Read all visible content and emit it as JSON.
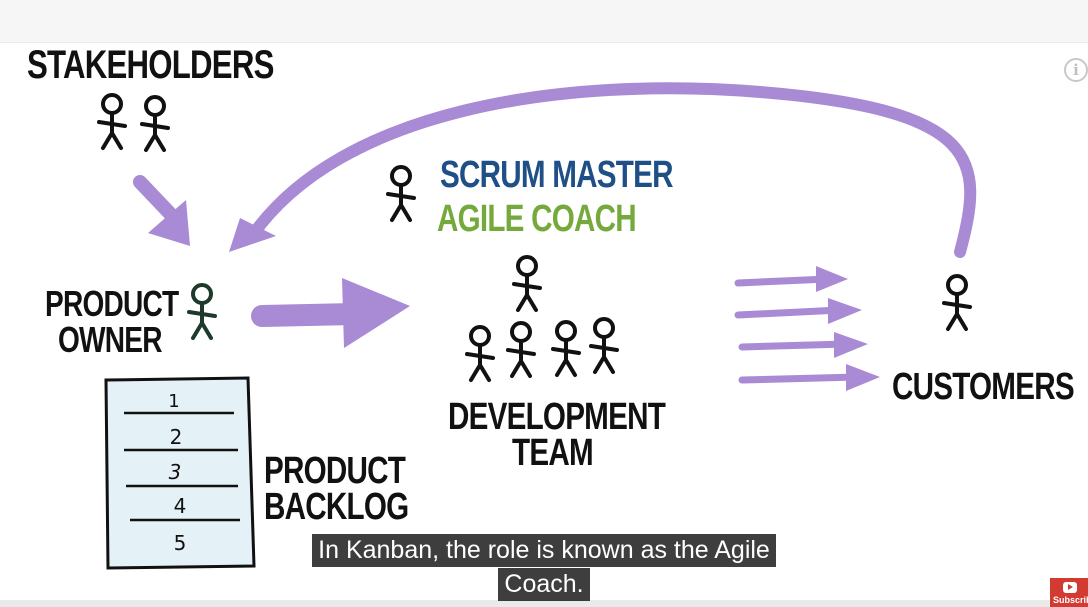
{
  "diagram": {
    "stakeholders_label": "STAKEHOLDERS",
    "product_owner_label": [
      "PRODUCT",
      "OWNER"
    ],
    "scrum_master_label": "SCRUM MASTER",
    "agile_coach_label": "AGILE COACH",
    "development_team_label": [
      "DEVELOPMENT",
      "TEAM"
    ],
    "customers_label": "CUSTOMERS",
    "product_backlog_label": [
      "PRODUCT",
      "BACKLOG"
    ],
    "backlog_items": [
      "1",
      "2",
      "3",
      "4",
      "5"
    ]
  },
  "colors": {
    "arrow": "#a98ad4",
    "scrum_master": "#1e4f86",
    "agile_coach": "#75a93c",
    "ink": "#111111",
    "backlog_paper": "#e4f2f7"
  },
  "subtitle": {
    "line1": "In Kanban, the role is known as the Agile",
    "line2": "Coach."
  },
  "player": {
    "info_icon": "i",
    "subscribe_label": "Subscribe",
    "subscribe_icon": "youtube-play-icon"
  }
}
